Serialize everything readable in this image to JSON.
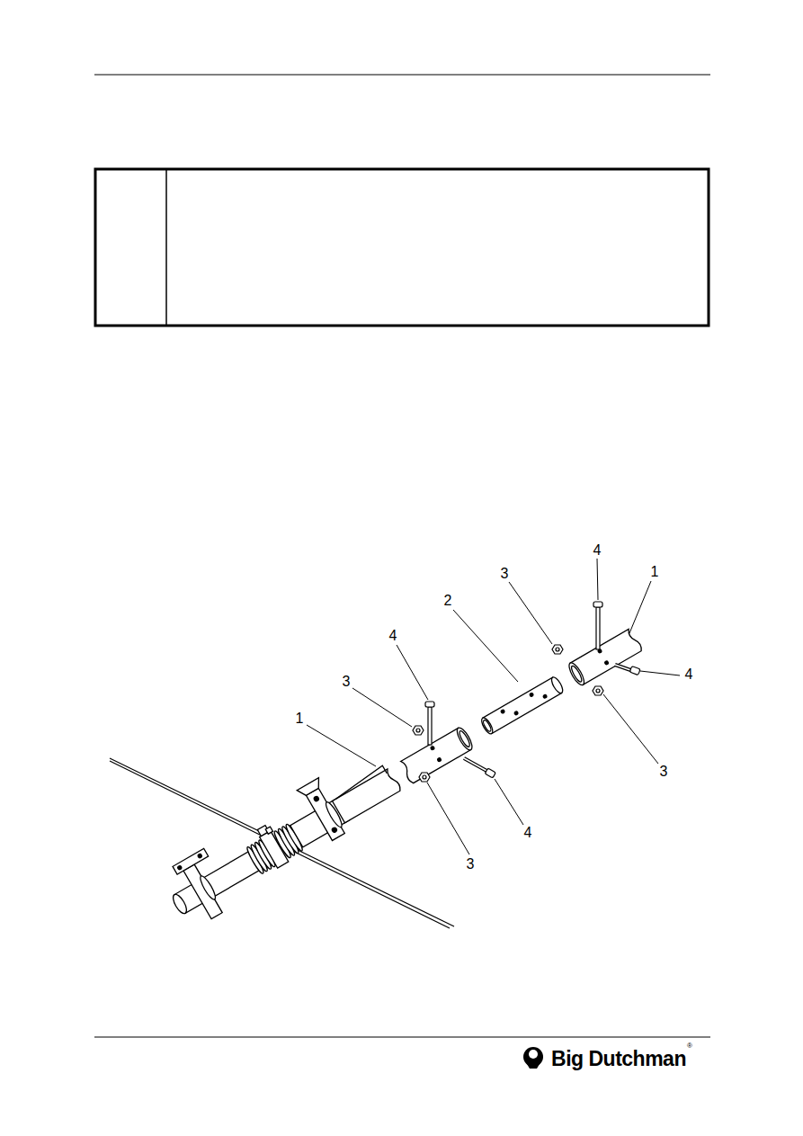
{
  "diagram": {
    "labels": [
      "4",
      "1",
      "3",
      "2",
      "4",
      "3",
      "4",
      "1",
      "3",
      "4",
      "3",
      "Big Dutchman",
      "®"
    ]
  }
}
